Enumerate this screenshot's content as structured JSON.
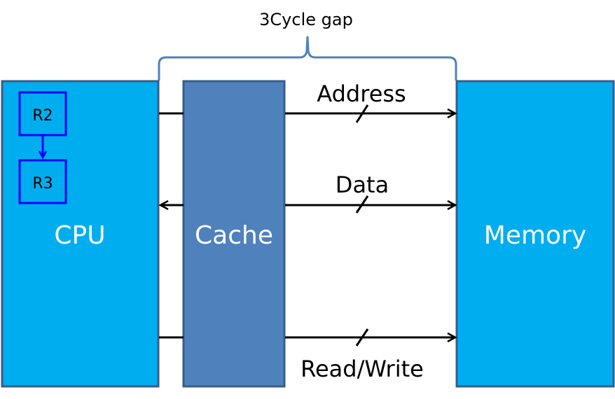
{
  "gap_label": "3Cycle gap",
  "blocks": {
    "cpu": {
      "label": "CPU",
      "color": "#00aeef"
    },
    "cache": {
      "label": "Cache",
      "color": "#4f81bd"
    },
    "memory": {
      "label": "Memory",
      "color": "#00aeef"
    }
  },
  "registers": [
    {
      "label": "R2"
    },
    {
      "label": "R3"
    }
  ],
  "buses": {
    "address": "Address",
    "data": "Data",
    "read_write": "Read/Write"
  },
  "colors": {
    "block_border": "#385d8a",
    "register_border": "#0000ff",
    "brace": "#4f81bd",
    "line": "#000000"
  }
}
